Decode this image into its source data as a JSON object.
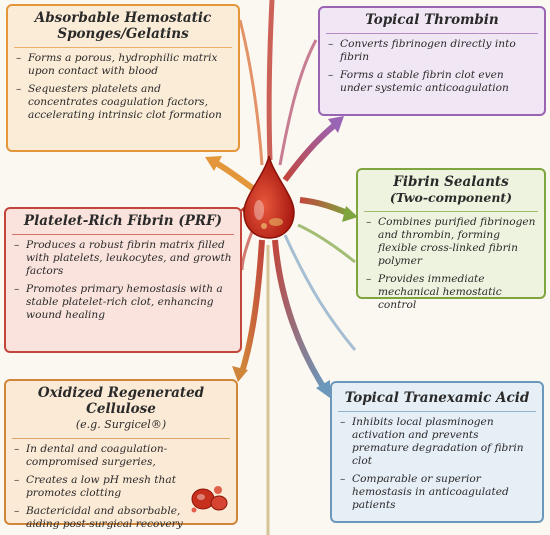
{
  "cards": {
    "sponges": {
      "title_line1": "Absorbable Hemostatic",
      "title_line2": "Sponges/Gelatins",
      "items": [
        "Forms a porous, hydrophilic matrix upon contact with blood",
        "Sequesters platelets and concentrates coagulation factors, accelerating intrinsic clot formation"
      ]
    },
    "thrombin": {
      "title": "Topical Thrombin",
      "items": [
        "Converts fibrinogen directly into fibrin",
        "Forms a stable fibrin clot even under systemic anticoagulation"
      ]
    },
    "prf": {
      "title": "Platelet-Rich Fibrin (PRF)",
      "items": [
        "Produces a robust fibrin matrix filled with platelets, leukocytes, and growth factors",
        "Promotes primary hemostasis with a stable platelet-rich clot, enhancing wound healing"
      ]
    },
    "sealants": {
      "title": "Fibrin Sealants",
      "subtitle": "(Two-component)",
      "items": [
        "Combines purified fibrinogen and thrombin, forming flexible cross-linked fibrin polymer",
        "Provides immediate mechanical hemostatic control"
      ]
    },
    "orc": {
      "title": "Oxidized Regenerated Cellulose",
      "subtitle": "(e.g. Surgicel®)",
      "items": [
        "In dental and coagulation-compromised surgeries,",
        "Creates a low pH mesh that promotes clotting",
        "Bactericidal and absorbable, aiding post-surgical recovery"
      ]
    },
    "txa": {
      "title": "Topical Tranexamic Acid",
      "items": [
        "Inhibits local plasminogen activation and prevents premature degradation of fibrin clot",
        "Comparable or superior hemostasis in anticoagulated patients"
      ]
    }
  },
  "colors": {
    "sponges": "#e3963a",
    "thrombin": "#9a64b4",
    "prf": "#c2463c",
    "sealants": "#7ea53e",
    "orc": "#d0863a",
    "txa": "#6c98bc",
    "blood": "#c0281c"
  },
  "icons": {
    "center": "blood-drop-icon",
    "cells": "red-blood-cells-icon"
  }
}
